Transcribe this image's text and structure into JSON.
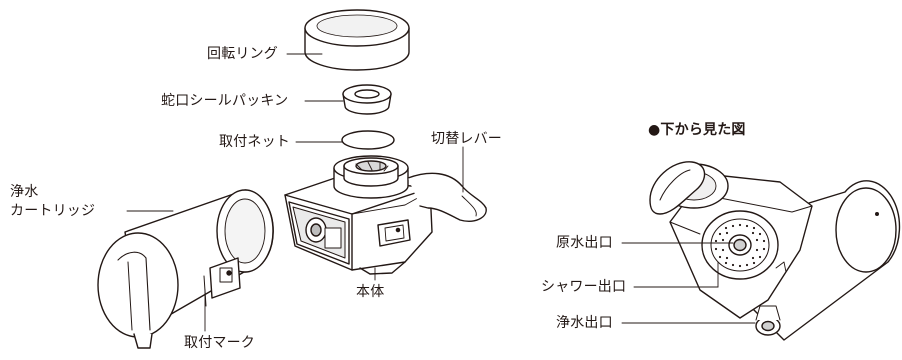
{
  "labels": {
    "rotation_ring": "回転リング",
    "faucet_seal_packing": "蛇口シールパッキン",
    "mounting_net": "取付ネット",
    "switch_lever": "切替レバー",
    "purified_water": "浄水",
    "cartridge": "カートリッジ",
    "main_body": "本体",
    "mounting_mark": "取付マーク"
  },
  "bottom_view": {
    "title": "●下から見た図",
    "raw_water_outlet": "原水出口",
    "shower_outlet": "シャワー出口",
    "purified_water_outlet": "浄水出口"
  },
  "colors": {
    "line": "#231815",
    "fill": "#ffffff",
    "shade": "#e6e6e6",
    "dark": "#4a4a4a"
  }
}
